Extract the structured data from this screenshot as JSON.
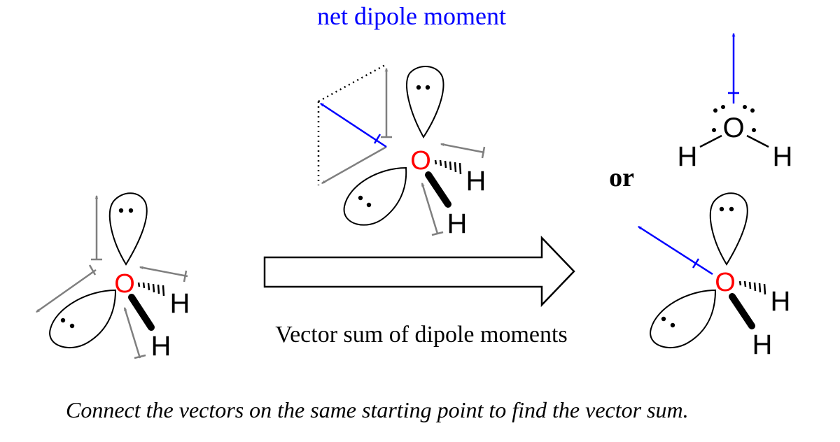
{
  "diagram": {
    "top_label": "net dipole moment",
    "arrow_caption": "Vector sum of dipole moments",
    "or_label": "or",
    "caption": "Connect the vectors on the same starting point to find the vector sum.",
    "atoms": {
      "oxygen": "O",
      "hydrogen": "H"
    },
    "colors": {
      "oxygen": "#ff0000",
      "net_dipole": "#0000ff",
      "bond_dipole": "#7f7f7f",
      "ink": "#000000"
    }
  }
}
